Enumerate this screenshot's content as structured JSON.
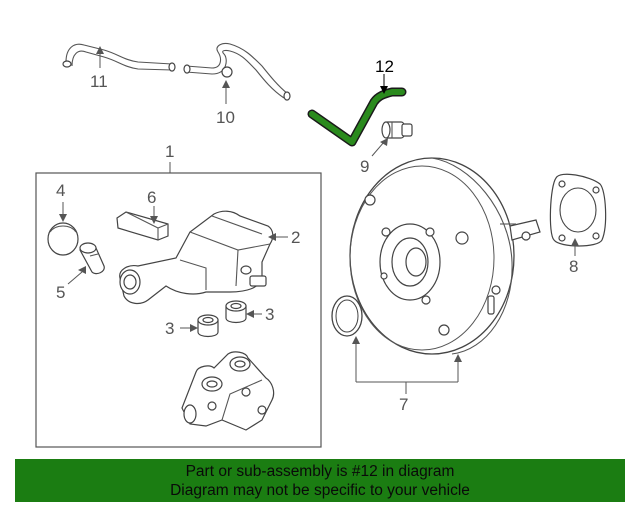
{
  "callouts": {
    "c1": "1",
    "c2": "2",
    "c3a": "3",
    "c3b": "3",
    "c4": "4",
    "c5": "5",
    "c6": "6",
    "c7": "7",
    "c8": "8",
    "c9": "9",
    "c10": "10",
    "c11": "11",
    "c12": "12"
  },
  "colors": {
    "highlight_part": "#2a8a1d",
    "banner_bg": "#1b7d12"
  },
  "banner": {
    "line1": "Part or sub-assembly is #12 in diagram",
    "line2": "Diagram may not be specific to your vehicle"
  }
}
